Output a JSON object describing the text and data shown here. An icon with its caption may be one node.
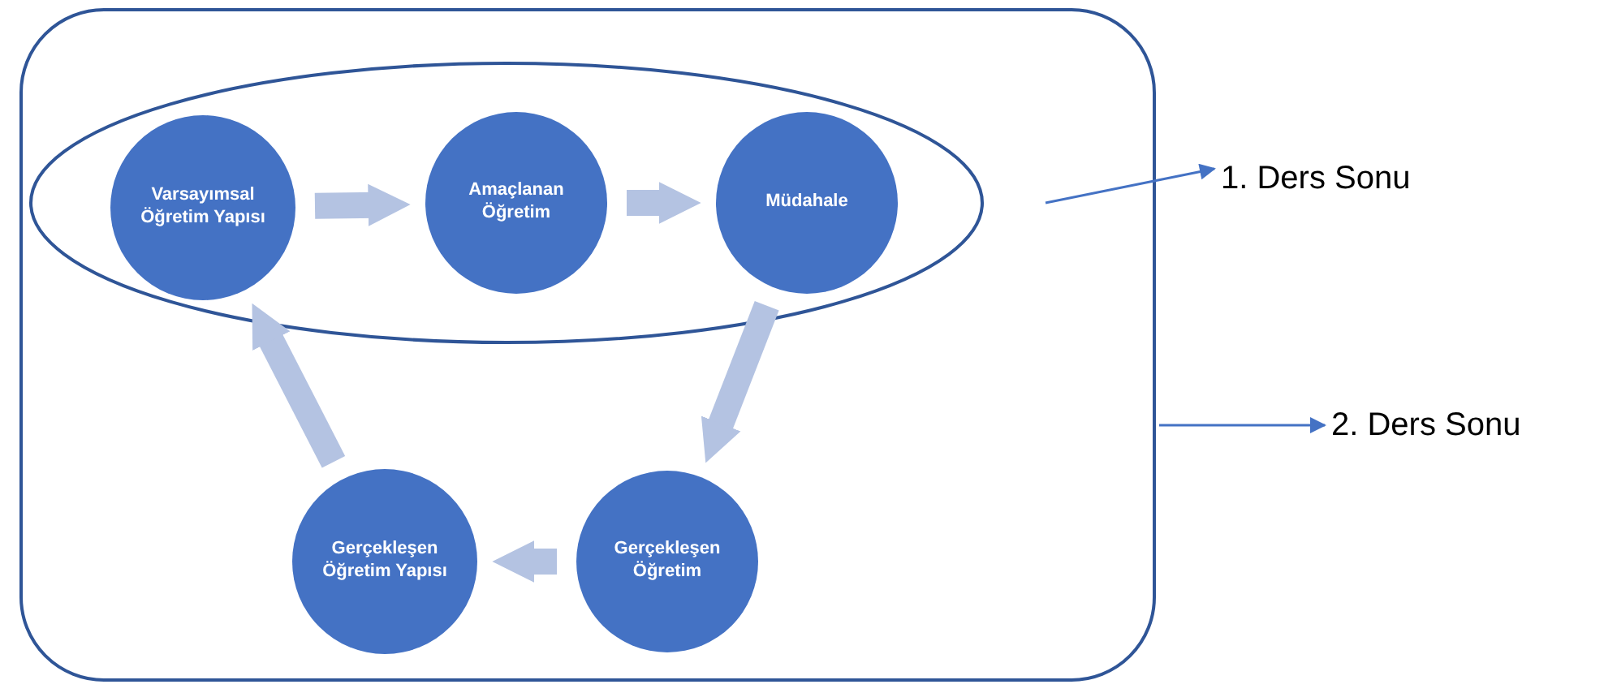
{
  "diagram": {
    "nodes": [
      {
        "text": [],
        "shape": "box"
      },
      {
        "text": [],
        "shape": "ellipse",
        "in": 0
      },
      {
        "text": [
          "Varsayımsal Öğretim Yapısı"
        ],
        "in": 1
      },
      {
        "text": [
          "Amaçlanan Öğretim"
        ],
        "in": 1
      },
      {
        "text": [
          "Müdahale"
        ],
        "in": 1
      },
      {
        "text": [
          "Gerçekleşen Öğretim"
        ],
        "in": 0
      },
      {
        "text": [
          "Gerçekleşen Öğretim Yapısı"
        ],
        "in": 0
      },
      {
        "text": [
          "1. Ders Sonu"
        ]
      },
      {
        "text": [
          "2. Ders Sonu"
        ]
      }
    ],
    "edges": [
      {
        "from": 2,
        "to": 3,
        "arrow": "to"
      },
      {
        "from": 3,
        "to": 4,
        "arrow": "to"
      },
      {
        "from": 4,
        "to": 5,
        "arrow": "to"
      },
      {
        "from": 5,
        "to": 6,
        "arrow": "to"
      },
      {
        "from": 6,
        "to": 2,
        "arrow": "to"
      },
      {
        "from": 1,
        "to": 7,
        "arrow": "to",
        "color": "#4472c4"
      },
      {
        "from": 0,
        "to": 8,
        "arrow": "to",
        "color": "#4472c4"
      }
    ]
  }
}
